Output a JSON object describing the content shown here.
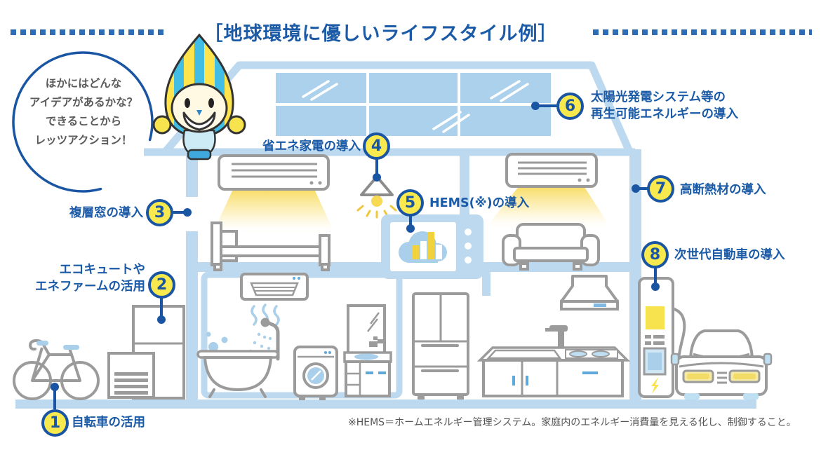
{
  "header": {
    "title": "［地球環境に優しいライフスタイル例］"
  },
  "mascot": {
    "speech_lines": [
      "ほかにはどんな",
      "アイデアがあるかな？",
      "できることから",
      "レッツアクション！"
    ]
  },
  "labels": [
    {
      "num": "1",
      "lines": [
        "自転車の活用"
      ]
    },
    {
      "num": "2",
      "lines": [
        "エコキュートや",
        "エネファームの活用"
      ]
    },
    {
      "num": "3",
      "lines": [
        "複層窓の導入"
      ]
    },
    {
      "num": "4",
      "lines": [
        "省エネ家電の導入"
      ]
    },
    {
      "num": "5",
      "lines": [
        "HEMS(※)の導入"
      ]
    },
    {
      "num": "6",
      "lines": [
        "太陽光発電システム等の",
        "再生可能エネルギーの導入"
      ]
    },
    {
      "num": "7",
      "lines": [
        "高断熱材の導入"
      ]
    },
    {
      "num": "8",
      "lines": [
        "次世代自動車の導入"
      ]
    }
  ],
  "footnote": "※HEMS＝ホームエネルギー管理システム。家庭内のエネルギー消費量を見える化し、制御すること。",
  "colors": {
    "primary_blue": "#1A55A3",
    "label_text_blue": "#1B5AA6",
    "house_light_blue": "#BDD9EF",
    "panel_blue": "#ACD1EC",
    "accent_blue": "#A9CFEA",
    "badge_yellow": "#F8E94E",
    "beam_yellow": "#F7D64A",
    "outline_gray": "#9B9B9B",
    "text_gray": "#555555"
  },
  "house_icons": [
    "solar-panel",
    "air-conditioner",
    "pendant-light",
    "hems-monitor",
    "bed",
    "sofa",
    "double-glazed-window",
    "bathroom-vent",
    "bathtub",
    "shower",
    "washing-machine",
    "vanity",
    "refrigerator",
    "range-hood",
    "kitchen-counter",
    "bicycle",
    "ecocute-unit",
    "ev-charger",
    "car",
    "mascot-character"
  ]
}
